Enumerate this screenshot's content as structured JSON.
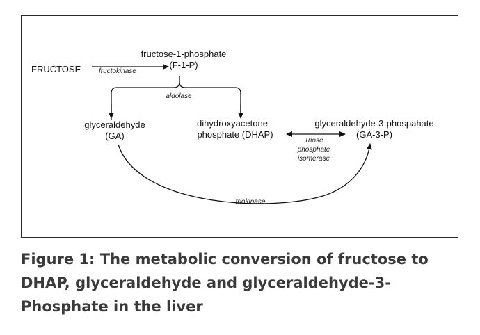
{
  "nodes": {
    "fructose": "FRUCTOSE",
    "f1p_name": "fructose-1-phosphate",
    "f1p_abbr": "(F-1-P)",
    "ga_name": "glyceraldehyde",
    "ga_abbr": "(GA)",
    "dhap_line1": "dihydroxyacetone",
    "dhap_line2": "phosphate (DHAP)",
    "ga3p_name": "glyceraldehyde-3-phospahate",
    "ga3p_abbr": "(GA-3-P)"
  },
  "enzymes": {
    "fructokinase": "fructokinase",
    "aldolase": "aldolase",
    "tpi_line1": "Triose",
    "tpi_line2": "phosphate",
    "tpi_line3": "isomerase",
    "triokinase": "triokinase"
  },
  "caption": {
    "line1": "Figure 1: The metabolic conversion of fructose to",
    "line2": "DHAP, glyceraldehyde and glyceraldehyde-3-",
    "line3": "Phosphate in the liver"
  }
}
